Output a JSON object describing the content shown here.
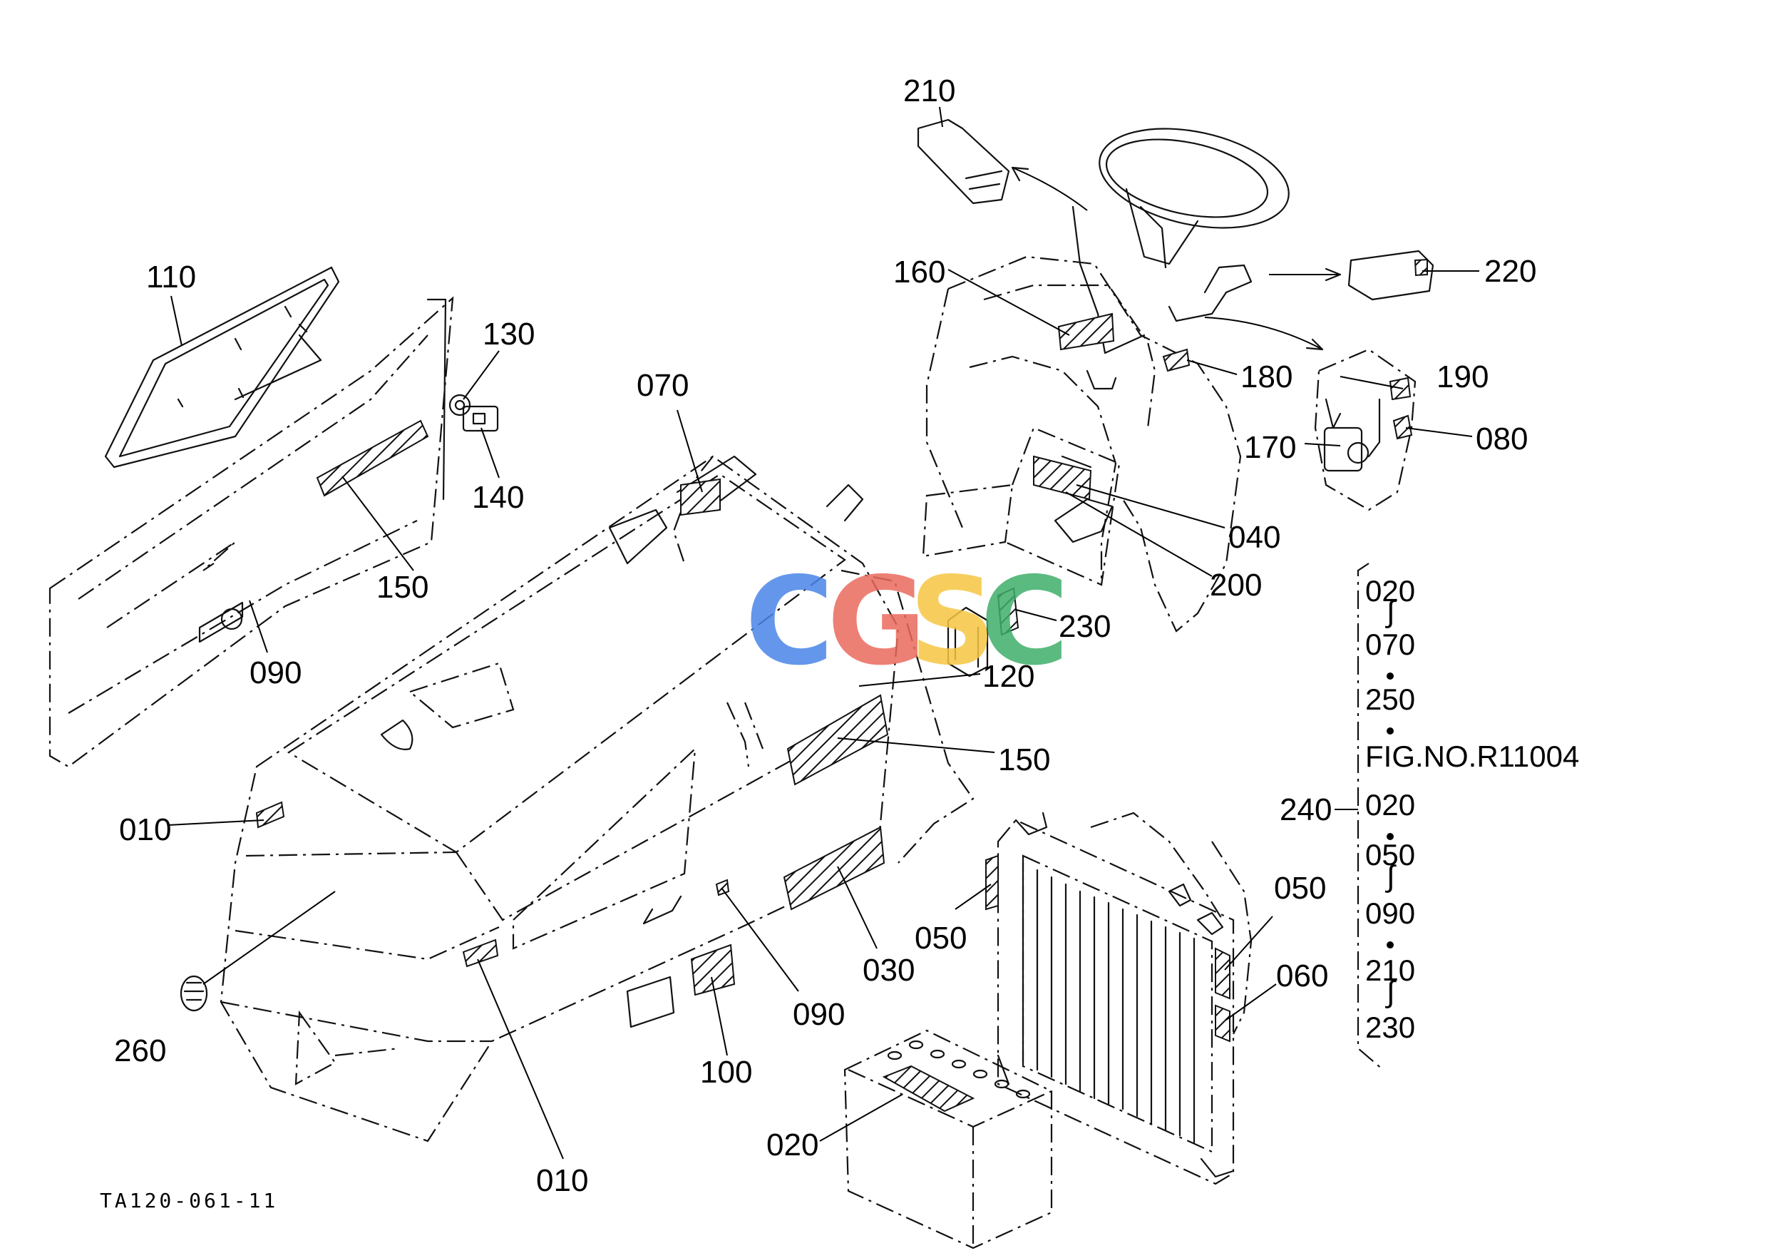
{
  "callouts": [
    {
      "id": "210",
      "label": "210"
    },
    {
      "id": "220",
      "label": "220"
    },
    {
      "id": "110",
      "label": "110"
    },
    {
      "id": "130",
      "label": "130"
    },
    {
      "id": "140",
      "label": "140"
    },
    {
      "id": "150a",
      "label": "150"
    },
    {
      "id": "090a",
      "label": "090"
    },
    {
      "id": "070",
      "label": "070"
    },
    {
      "id": "160",
      "label": "160"
    },
    {
      "id": "180",
      "label": "180"
    },
    {
      "id": "190",
      "label": "190"
    },
    {
      "id": "080",
      "label": "080"
    },
    {
      "id": "170",
      "label": "170"
    },
    {
      "id": "040",
      "label": "040"
    },
    {
      "id": "200",
      "label": "200"
    },
    {
      "id": "230",
      "label": "230"
    },
    {
      "id": "120",
      "label": "120"
    },
    {
      "id": "150b",
      "label": "150"
    },
    {
      "id": "010a",
      "label": "010"
    },
    {
      "id": "260",
      "label": "260"
    },
    {
      "id": "010b",
      "label": "010"
    },
    {
      "id": "100",
      "label": "100"
    },
    {
      "id": "090b",
      "label": "090"
    },
    {
      "id": "030",
      "label": "030"
    },
    {
      "id": "050a",
      "label": "050"
    },
    {
      "id": "050b",
      "label": "050"
    },
    {
      "id": "060",
      "label": "060"
    },
    {
      "id": "020",
      "label": "020"
    },
    {
      "id": "240",
      "label": "240"
    }
  ],
  "group_list": {
    "items": [
      "020",
      "070",
      "250",
      "FIG.NO.R11004",
      "020",
      "050",
      "090",
      "210",
      "230"
    ]
  },
  "drawing_code": "TA120-061-11",
  "watermark": {
    "letters": [
      {
        "char": "C",
        "color": "#4a86e8"
      },
      {
        "char": "G",
        "color": "#ea6a5e"
      },
      {
        "char": "S",
        "color": "#f6c643"
      },
      {
        "char": "C",
        "color": "#3fae6a"
      }
    ]
  }
}
